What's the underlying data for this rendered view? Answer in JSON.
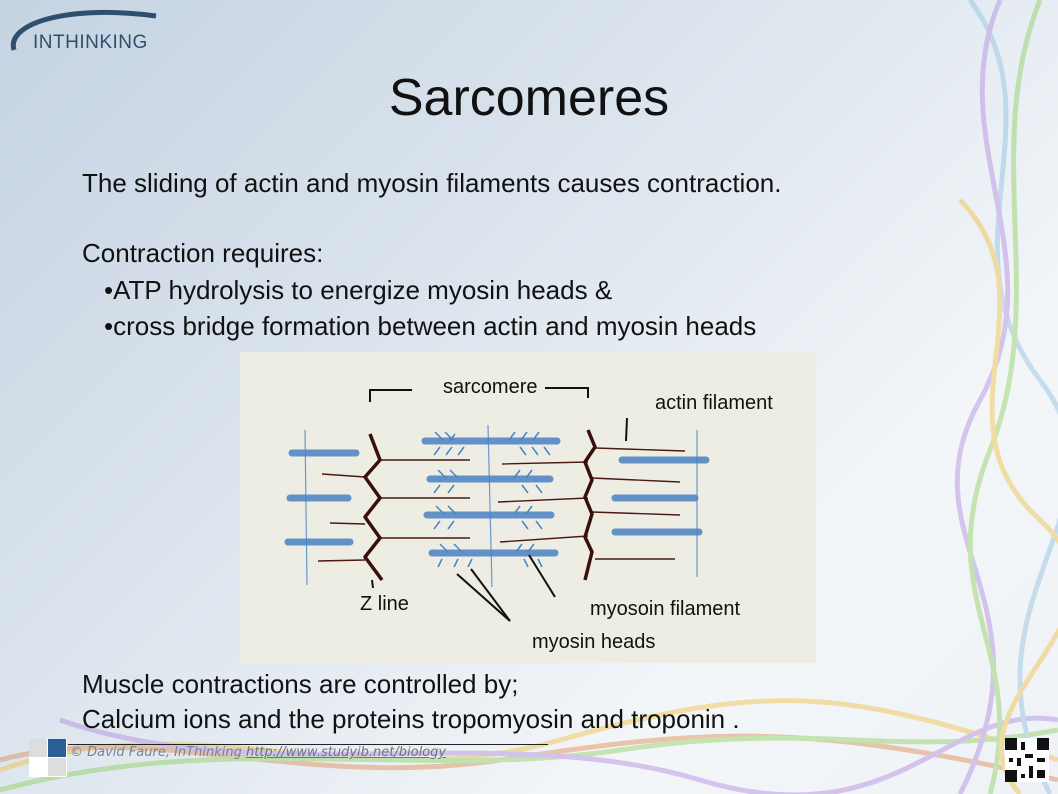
{
  "logo": {
    "text": "INTHINKING"
  },
  "title": "Sarcomeres",
  "body": {
    "line1": "The sliding of actin and myosin filaments causes contraction.",
    "line2": "Contraction requires:",
    "bullets": [
      "•ATP hydrolysis to energize myosin heads &",
      "•cross bridge formation between actin and myosin heads"
    ],
    "line3": "Muscle contractions are controlled by;",
    "line4": "Calcium ions and the proteins tropomyosin and troponin ."
  },
  "diagram": {
    "labels": {
      "sarcomere": "sarcomere",
      "actin": "actin filament",
      "zline": "Z line",
      "myosin_filament": "myosoin filament",
      "myosin_heads": "myosin heads"
    },
    "colors": {
      "myosin": "#4a82c4",
      "actin": "#4a1a12",
      "background": "#eeede4"
    }
  },
  "footer": {
    "copyright": "© David Faure, InThinking",
    "link": "http://www.studyib.net/biology"
  }
}
